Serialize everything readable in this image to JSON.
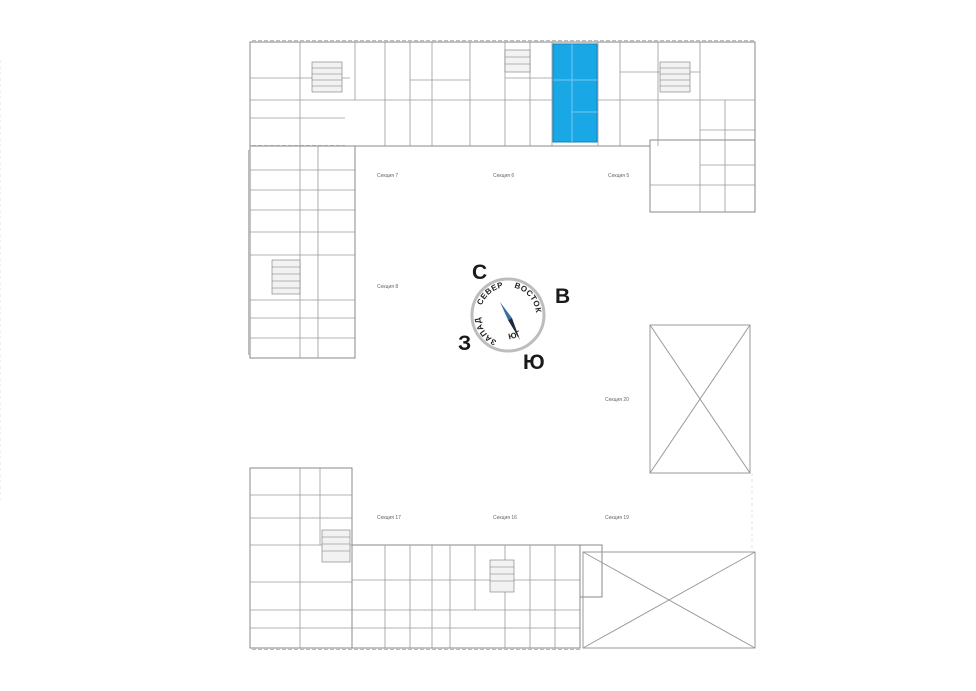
{
  "sections": {
    "s5": "Секция 5",
    "s6": "Секция 6",
    "s7": "Секция 7",
    "s8": "Секция 8",
    "s16": "Секция 16",
    "s17": "Секция 17",
    "s19": "Секция 19",
    "s20": "Секция 20"
  },
  "compass": {
    "north_letter": "С",
    "east_letter": "В",
    "south_letter": "Ю",
    "west_letter": "З",
    "north_word": "СЕВЕР",
    "east_word": "ВОСТОК",
    "south_word": "ЮГ",
    "west_word": "ЗАПАД"
  },
  "colors": {
    "highlight": "#1aa7e6",
    "walls": "#8a8a8a",
    "background": "#ffffff"
  }
}
